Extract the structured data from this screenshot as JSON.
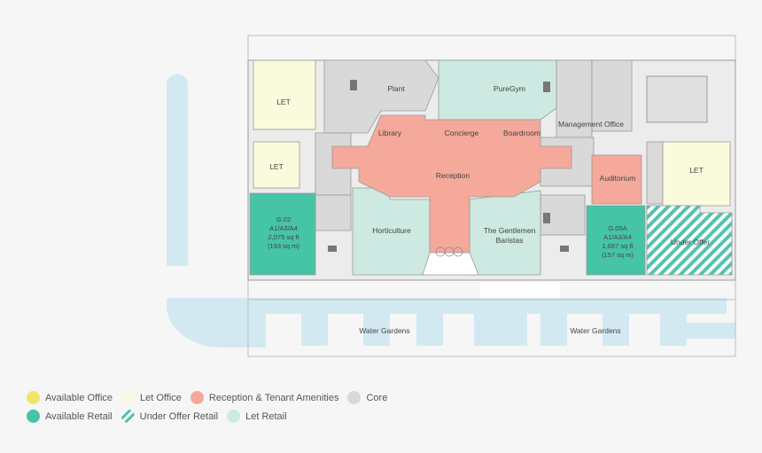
{
  "colors": {
    "available_office": "#f1e46a",
    "let_office": "#fafadc",
    "reception": "#f4a99a",
    "core": "#d9d9d9",
    "available_retail": "#45c4a6",
    "let_retail": "#cde9e1",
    "water": "#d3e9f2",
    "wall": "#9a9a9a"
  },
  "rooms": {
    "let_1": "LET",
    "let_2": "LET",
    "let_3": "LET",
    "plant": "Plant",
    "puregym": "PureGym",
    "library": "Library",
    "concierge": "Concierge",
    "boardroom": "Boardroom",
    "management_office": "Management Office",
    "reception": "Reception",
    "auditorium": "Auditorium",
    "horticulture": "Horticulture",
    "gentlemen_line1": "The Gentlemen",
    "gentlemen_line2": "Baristas",
    "under_offer": "Under Offer",
    "water_gardens_left": "Water Gardens",
    "water_gardens_right": "Water Gardens"
  },
  "units": {
    "g02": {
      "name": "G.02",
      "use": "A1/A3/A4",
      "sqft": "2,075 sq ft",
      "sqm": "(193 sq m)"
    },
    "g05a": {
      "name": "G.05A",
      "use": "A1/A3/A4",
      "sqft": "1,687 sq ft",
      "sqm": "(157 sq m)"
    }
  },
  "legend": [
    {
      "label": "Available Office",
      "color": "#f1e46a"
    },
    {
      "label": "Let Office",
      "color": "#fafadc"
    },
    {
      "label": "Reception & Tenant Amenities",
      "color": "#f4a99a"
    },
    {
      "label": "Core",
      "color": "#d9d9d9"
    },
    {
      "label": "Available Retail",
      "color": "#45c4a6"
    },
    {
      "label": "Under Offer Retail",
      "color": "striped"
    },
    {
      "label": "Let Retail",
      "color": "#cde9e1"
    }
  ]
}
